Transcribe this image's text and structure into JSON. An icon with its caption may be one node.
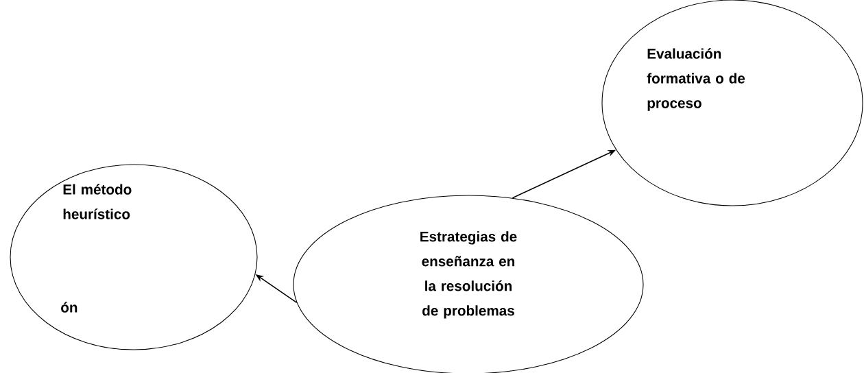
{
  "diagram": {
    "nodes": [
      {
        "text": [
          "Evaluación formativa o de proceso"
        ]
      },
      {
        "text": [
          "El método heurístico"
        ]
      },
      {
        "text": [
          "Estrategias de enseñanza en la resolución de problemas"
        ]
      }
    ],
    "edges": [
      {
        "from": 2,
        "to": 0,
        "arrow": "to"
      },
      {
        "from": 2,
        "to": 1,
        "arrow": "to"
      }
    ],
    "labels": [
      "ón"
    ]
  }
}
